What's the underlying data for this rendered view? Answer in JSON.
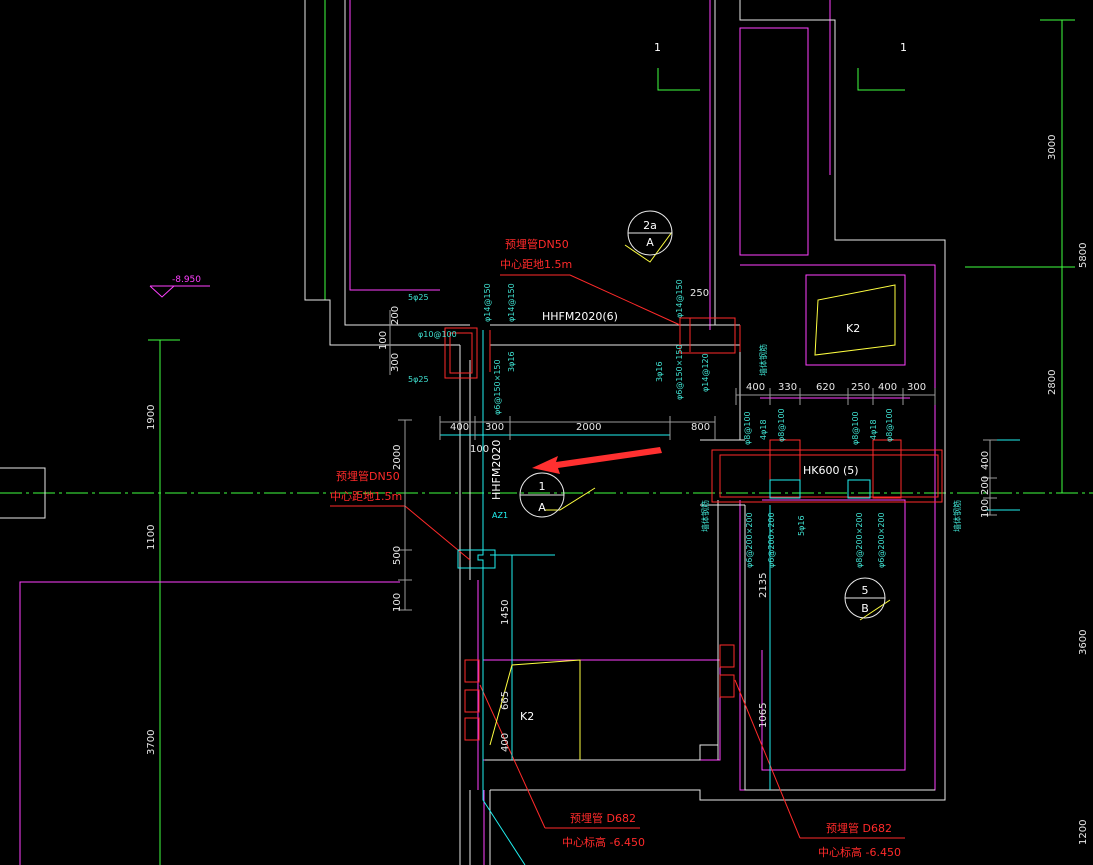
{
  "colors": {
    "background": "#000000",
    "wall": "#e8e8e8",
    "grid_axis": "#40ff40",
    "magenta": "#ff40ff",
    "cyan": "#20f0f0",
    "red": "#ff2a2a",
    "yellow": "#ffff40",
    "pointer_arrow": "#ff3030"
  },
  "section_marks": {
    "left": "1",
    "right": "1"
  },
  "callouts": {
    "top": {
      "num": "2a",
      "letter": "A"
    },
    "middle": {
      "num": "1",
      "letter": "A"
    },
    "right": {
      "num": "5",
      "letter": "B"
    }
  },
  "level_mark": "-8.950",
  "rooms": {
    "k2_right": "K2",
    "k2_left": "K2"
  },
  "notes": {
    "pipe_top_1": "预埋管DN50",
    "pipe_top_2": "中心距地1.5m",
    "pipe_mid_1": "预埋管DN50",
    "pipe_mid_2": "中心距地1.5m",
    "pipe_bot_left_1": "预埋管 D682",
    "pipe_bot_left_2": "中心标高 -6.450",
    "pipe_bot_right_1": "预埋管 D682",
    "pipe_bot_right_2": "中心标高 -6.450"
  },
  "labels": {
    "hhfm_top": "HHFM2020(6)",
    "hhfm_vert": "HHFM2020",
    "hk600": "HK600 (5)",
    "az1": "AZ1"
  },
  "rebar": {
    "r1": "5φ25",
    "r2": "5φ25",
    "r3": "φ10@100",
    "r4": "φ14@150",
    "r5": "φ14@150",
    "r6": "3φ16",
    "r7": "φ6@150×150",
    "r8": "φ14@150",
    "r9": "3φ16",
    "r10": "φ6@150×150",
    "r11": "φ14@120",
    "r12": "φ8@100",
    "r13": "4φ18",
    "r14": "φ8@100",
    "r15": "φ8@100",
    "r16": "4φ18",
    "r17": "φ8@100",
    "r18": "φ6@200×200",
    "r19": "φ6@200×200",
    "r20": "5φ16",
    "r21": "φ8@200×200",
    "r22": "φ6@200×200",
    "wall_l": "墙体钢筋",
    "wall_r": "墙体钢筋",
    "wall_m": "墙体钢筋"
  },
  "dims": {
    "d200a": "200",
    "d300a": "300",
    "d100a": "100",
    "d400a": "400",
    "d300b": "300",
    "d2000a": "2000",
    "d800": "800",
    "d100b": "100",
    "d250a": "250",
    "d400b": "400",
    "d330": "330",
    "d620": "620",
    "d250b": "250",
    "d400c": "400",
    "d300c": "300",
    "d2000v": "2000",
    "d500": "500",
    "d100c": "100",
    "d1450": "1450",
    "d665": "665",
    "d400d": "400",
    "d2135": "2135",
    "d1065": "1065",
    "d400e": "400",
    "d200b": "200",
    "d100d": "100",
    "d1900": "1900",
    "d1100": "1100",
    "d3700": "3700",
    "d3000": "3000",
    "d5800": "5800",
    "d2800": "2800",
    "d3600": "3600",
    "d1200": "1200"
  }
}
